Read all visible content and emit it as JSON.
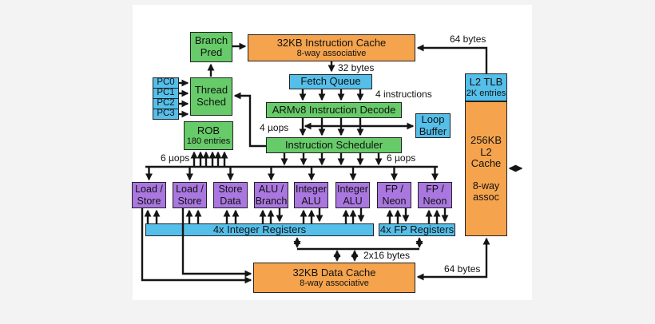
{
  "colors": {
    "green": "#66cb68",
    "orange": "#f5a44d",
    "cyan": "#55bfea",
    "purple": "#aa77e0",
    "line": "#151515",
    "panel": "#ffffff",
    "page": "#f3f3f3"
  },
  "boxes": {
    "branch_pred": {
      "l1": "Branch",
      "l2": "Pred"
    },
    "icache": {
      "l1": "32KB Instruction Cache",
      "l2": "8-way associative"
    },
    "fetch_queue": {
      "l1": "Fetch Queue"
    },
    "decode": {
      "l1": "ARMv8 Instruction Decode"
    },
    "loop_buffer": {
      "l1": "Loop",
      "l2": "Buffer"
    },
    "scheduler": {
      "l1": "Instruction Scheduler"
    },
    "thread_sched": {
      "l1": "Thread",
      "l2": "Sched"
    },
    "rob": {
      "l1": "ROB",
      "l2": "180 entries"
    },
    "l2_tlb": {
      "l1": "L2 TLB",
      "l2": "2K entries"
    },
    "l2_cache": {
      "l1": "256KB",
      "l2": "L2",
      "l3": "Cache",
      "l4": "8-way",
      "l5": "assoc"
    },
    "int_regs": {
      "l1": "4x Integer Registers"
    },
    "fp_regs": {
      "l1": "4x FP Registers"
    },
    "dcache": {
      "l1": "32KB Data Cache",
      "l2": "8-way associative"
    }
  },
  "pcs": [
    "PC0",
    "PC1",
    "PC2",
    "PC3"
  ],
  "exec_units": [
    {
      "l1": "Load /",
      "l2": "Store"
    },
    {
      "l1": "Load /",
      "l2": "Store"
    },
    {
      "l1": "Store",
      "l2": "Data"
    },
    {
      "l1": "ALU /",
      "l2": "Branch"
    },
    {
      "l1": "Integer",
      "l2": "ALU"
    },
    {
      "l1": "Integer",
      "l2": "ALU"
    },
    {
      "l1": "FP /",
      "l2": "Neon"
    },
    {
      "l1": "FP /",
      "l2": "Neon"
    }
  ],
  "annotations": {
    "top_64": "64 bytes",
    "b32": "32 bytes",
    "instr4": "4 instructions",
    "uops4": "4 µops",
    "uops6_left": "6 µops",
    "uops6_right": "6 µops",
    "b2x16": "2x16 bytes",
    "bottom_64": "64 bytes"
  }
}
